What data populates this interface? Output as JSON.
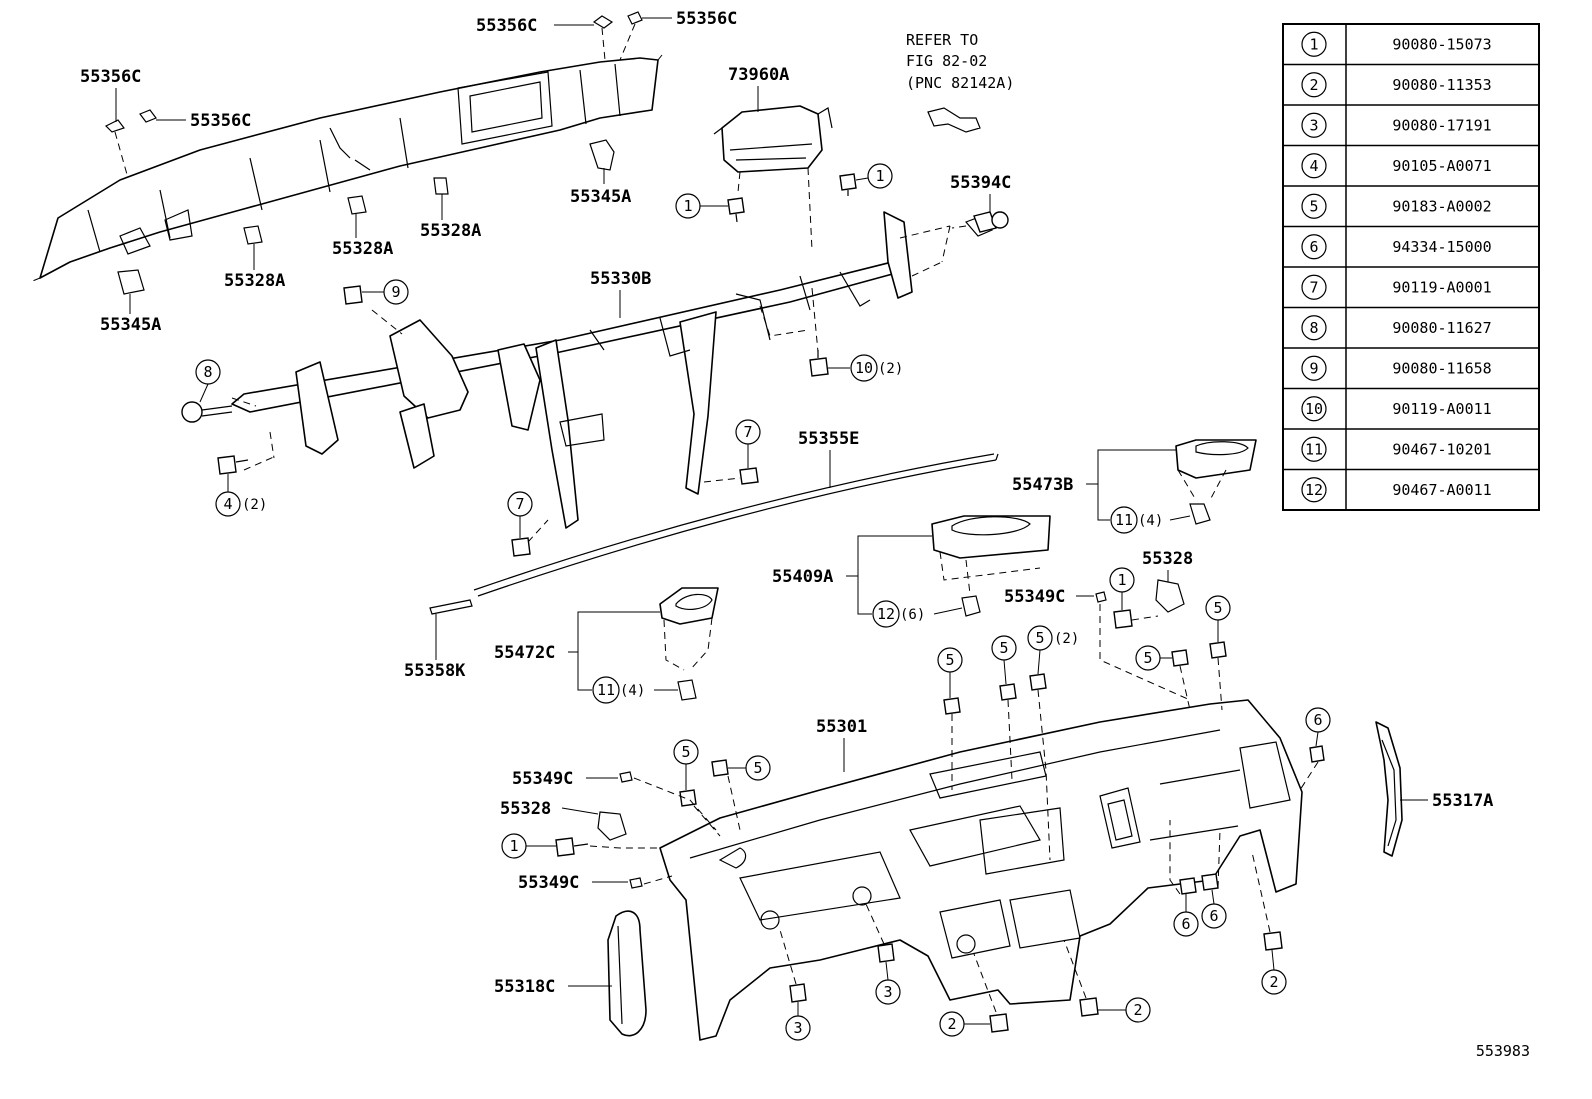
{
  "callout_labels": {
    "p55356C_top_left": "55356C",
    "p55356C_top_right": "55356C",
    "p55356C_left": "55356C",
    "p55356C_left2": "55356C",
    "p73960A": "73960A",
    "p55345A_mid": "55345A",
    "p55328A_mid": "55328A",
    "p55328A_right": "55328A",
    "p55328A_left": "55328A",
    "p55345A_left": "55345A",
    "p55394C": "55394C",
    "p55330B": "55330B",
    "p55355E": "55355E",
    "p55473B": "55473B",
    "p55409A": "55409A",
    "p55328_right": "55328",
    "p55349C_right": "55349C",
    "p55472C": "55472C",
    "p55358K": "55358K",
    "p55301": "55301",
    "p55349C_left": "55349C",
    "p55328_left": "55328",
    "p55349C_left2": "55349C",
    "p55317A": "55317A",
    "p55318C": "55318C"
  },
  "refer_note": {
    "line1": "REFER TO",
    "line2": "FIG 82-02",
    "line3": "(PNC 82142A)"
  },
  "quantities": {
    "q10": "(2)",
    "q4": "(2)",
    "q11_right": "(4)",
    "q12": "(6)",
    "q11_left": "(4)",
    "q5": "(2)"
  },
  "fastener_table": [
    {
      "ref": "1",
      "part": "90080-15073"
    },
    {
      "ref": "2",
      "part": "90080-11353"
    },
    {
      "ref": "3",
      "part": "90080-17191"
    },
    {
      "ref": "4",
      "part": "90105-A0071"
    },
    {
      "ref": "5",
      "part": "90183-A0002"
    },
    {
      "ref": "6",
      "part": "94334-15000"
    },
    {
      "ref": "7",
      "part": "90119-A0001"
    },
    {
      "ref": "8",
      "part": "90080-11627"
    },
    {
      "ref": "9",
      "part": "90080-11658"
    },
    {
      "ref": "10",
      "part": "90119-A0011"
    },
    {
      "ref": "11",
      "part": "90467-10201"
    },
    {
      "ref": "12",
      "part": "90467-A0011"
    }
  ],
  "figure_id": "553983"
}
